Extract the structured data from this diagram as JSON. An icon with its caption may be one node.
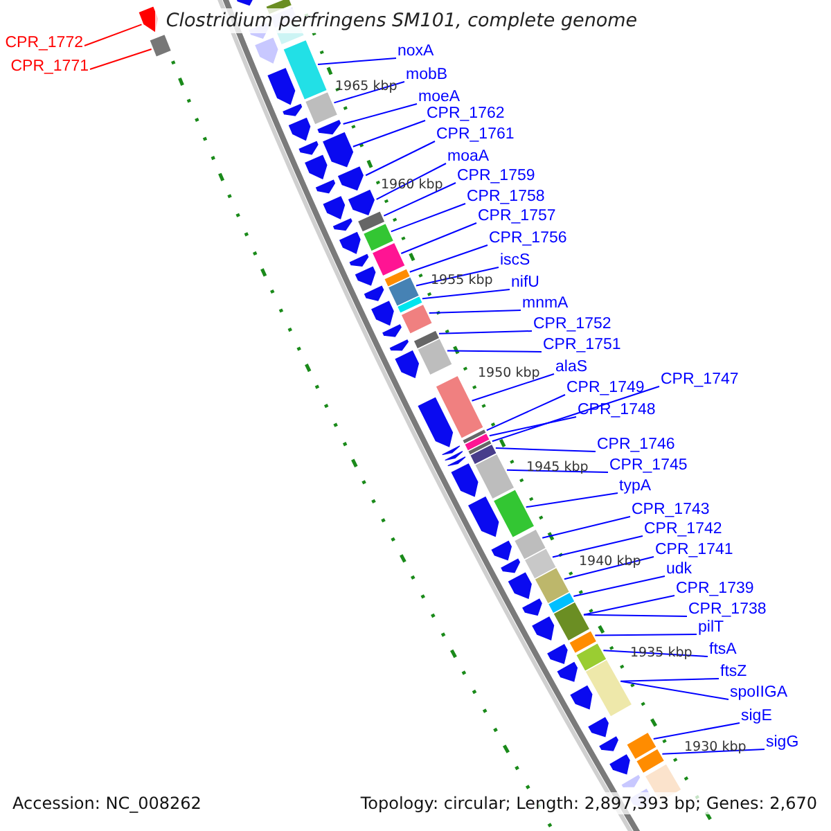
{
  "diagram": {
    "title": "Clostridium perfringens SM101, complete genome",
    "nodes": [
      {
        "text": [
          "CPR_1772"
        ]
      },
      {
        "text": [
          "CPR_1771"
        ]
      },
      {
        "text": [
          "noxA"
        ]
      },
      {
        "text": [
          "mobB"
        ]
      },
      {
        "text": [
          "moeA"
        ]
      },
      {
        "text": [
          "CPR_1762"
        ]
      },
      {
        "text": [
          "CPR_1761"
        ]
      },
      {
        "text": [
          "moaA"
        ]
      },
      {
        "text": [
          "CPR_1759"
        ]
      },
      {
        "text": [
          "CPR_1758"
        ]
      },
      {
        "text": [
          "CPR_1757"
        ]
      },
      {
        "text": [
          "CPR_1756"
        ]
      },
      {
        "text": [
          "iscS"
        ]
      },
      {
        "text": [
          "nifU"
        ]
      },
      {
        "text": [
          "mnmA"
        ]
      },
      {
        "text": [
          "CPR_1752"
        ]
      },
      {
        "text": [
          "CPR_1751"
        ]
      },
      {
        "text": [
          "alaS"
        ]
      },
      {
        "text": [
          "CPR_1749"
        ]
      },
      {
        "text": [
          "CPR_1748"
        ]
      },
      {
        "text": [
          "CPR_1747"
        ]
      },
      {
        "text": [
          "CPR_1746"
        ]
      },
      {
        "text": [
          "CPR_1745"
        ]
      },
      {
        "text": [
          "typA"
        ]
      },
      {
        "text": [
          "CPR_1743"
        ]
      },
      {
        "text": [
          "CPR_1742"
        ]
      },
      {
        "text": [
          "CPR_1741"
        ]
      },
      {
        "text": [
          "udk"
        ]
      },
      {
        "text": [
          "CPR_1739"
        ]
      },
      {
        "text": [
          "CPR_1738"
        ]
      },
      {
        "text": [
          "pilT"
        ]
      },
      {
        "text": [
          "ftsA"
        ]
      },
      {
        "text": [
          "ftsZ"
        ]
      },
      {
        "text": [
          "spoIIGA"
        ]
      },
      {
        "text": [
          "sigE"
        ]
      },
      {
        "text": [
          "sigG"
        ]
      },
      {
        "text": [],
        "shape": "box"
      },
      {
        "text": [],
        "shape": "box"
      },
      {
        "text": [],
        "shape": "box"
      },
      {
        "text": [],
        "shape": "box"
      },
      {
        "text": [],
        "shape": "box"
      },
      {
        "text": [],
        "shape": "arrow"
      },
      {
        "text": [],
        "shape": "arrow"
      },
      {
        "text": [],
        "shape": "arrow"
      },
      {
        "text": [],
        "shape": "arrow"
      },
      {
        "text": [],
        "shape": "box"
      },
      {
        "text": [],
        "shape": "box"
      },
      {
        "text": [],
        "shape": "box"
      },
      {
        "text": [],
        "shape": "box"
      },
      {
        "text": [],
        "shape": "box"
      },
      {
        "text": [],
        "shape": "box"
      },
      {
        "text": [],
        "shape": "box"
      },
      {
        "text": [],
        "shape": "box"
      },
      {
        "text": [],
        "shape": "box"
      },
      {
        "text": [],
        "shape": "box"
      },
      {
        "text": [],
        "shape": "box"
      },
      {
        "text": [],
        "shape": "box"
      },
      {
        "text": [],
        "shape": "box"
      },
      {
        "text": [],
        "shape": "box"
      },
      {
        "text": [],
        "shape": "box"
      },
      {
        "text": [],
        "shape": "box"
      },
      {
        "text": [],
        "shape": "box"
      },
      {
        "text": [],
        "shape": "box"
      },
      {
        "text": [],
        "shape": "box"
      },
      {
        "text": [],
        "shape": "box"
      },
      {
        "text": [],
        "shape": "box"
      },
      {
        "text": [],
        "shape": "box"
      },
      {
        "text": [],
        "shape": "box"
      },
      {
        "text": [],
        "shape": "box"
      },
      {
        "text": [],
        "shape": "box"
      },
      {
        "text": [],
        "shape": "box"
      },
      {
        "text": [],
        "shape": "box"
      },
      {
        "text": [],
        "shape": "arrow"
      },
      {
        "text": [],
        "shape": "arrow"
      },
      {
        "text": [],
        "shape": "arrow"
      },
      {
        "text": [],
        "shape": "arrow"
      },
      {
        "text": [],
        "shape": "arrow"
      },
      {
        "text": [],
        "shape": "arrow"
      },
      {
        "text": [],
        "shape": "arrow"
      },
      {
        "text": [],
        "shape": "arrow"
      },
      {
        "text": [],
        "shape": "arrow"
      },
      {
        "text": [],
        "shape": "arrow"
      },
      {
        "text": [],
        "shape": "arrow"
      },
      {
        "text": [],
        "shape": "arrow"
      },
      {
        "text": [],
        "shape": "arrow"
      },
      {
        "text": [],
        "shape": "arrow"
      },
      {
        "text": [],
        "shape": "arrow"
      },
      {
        "text": [],
        "shape": "arrow"
      },
      {
        "text": [],
        "shape": "arrow"
      },
      {
        "text": [],
        "shape": "arrow"
      },
      {
        "text": [],
        "shape": "arrow"
      },
      {
        "text": [],
        "shape": "arrow"
      },
      {
        "text": [],
        "shape": "arrow"
      },
      {
        "text": [],
        "shape": "arrow"
      },
      {
        "text": [],
        "shape": "arrow"
      },
      {
        "text": [],
        "shape": "arrow"
      },
      {
        "text": [],
        "shape": "arrow"
      },
      {
        "text": [],
        "shape": "arrow"
      },
      {
        "text": [],
        "shape": "arrow"
      },
      {
        "text": [],
        "shape": "arrow"
      },
      {
        "text": [],
        "shape": "arrow"
      },
      {
        "text": [],
        "shape": "arrow"
      },
      {
        "text": [],
        "shape": "arrow"
      },
      {
        "text": [],
        "shape": "arrow"
      },
      {
        "text": [],
        "shape": "arrow"
      },
      {
        "text": [],
        "shape": "arrow"
      },
      {
        "text": [],
        "shape": "arrow"
      },
      {
        "text": [],
        "shape": "arrow"
      },
      {
        "text": [],
        "shape": "arrow"
      },
      {
        "text": [],
        "shape": "arrow"
      },
      {
        "text": [],
        "shape": "box"
      },
      {
        "text": [],
        "shape": "arrow"
      }
    ],
    "edges": [
      {
        "from": 0,
        "to": 111,
        "arrow": "none",
        "color": "#ff0000"
      },
      {
        "from": 1,
        "to": 110,
        "arrow": "none",
        "color": "#ff0000"
      },
      {
        "from": 2,
        "to": 39,
        "arrow": "none"
      },
      {
        "from": 3,
        "to": 40,
        "arrow": "none"
      },
      {
        "from": 4,
        "to": 41,
        "arrow": "none"
      },
      {
        "from": 5,
        "to": 42,
        "arrow": "none"
      },
      {
        "from": 6,
        "to": 43,
        "arrow": "none"
      },
      {
        "from": 7,
        "to": 44,
        "arrow": "none"
      },
      {
        "from": 8,
        "to": 45,
        "arrow": "none"
      },
      {
        "from": 9,
        "to": 46,
        "arrow": "none"
      },
      {
        "from": 10,
        "to": 47,
        "arrow": "none"
      },
      {
        "from": 11,
        "to": 48,
        "arrow": "none"
      },
      {
        "from": 12,
        "to": 49,
        "arrow": "none"
      },
      {
        "from": 13,
        "to": 50,
        "arrow": "none"
      },
      {
        "from": 14,
        "to": 51,
        "arrow": "none"
      },
      {
        "from": 15,
        "to": 52,
        "arrow": "none"
      },
      {
        "from": 16,
        "to": 53,
        "arrow": "none"
      },
      {
        "from": 17,
        "to": 54,
        "arrow": "none"
      },
      {
        "from": 18,
        "to": 55,
        "arrow": "none"
      },
      {
        "from": 19,
        "to": 56,
        "arrow": "none"
      },
      {
        "from": 20,
        "to": 57,
        "arrow": "none"
      },
      {
        "from": 21,
        "to": 58,
        "arrow": "none"
      },
      {
        "from": 22,
        "to": 59,
        "arrow": "none"
      },
      {
        "from": 23,
        "to": 60,
        "arrow": "none"
      },
      {
        "from": 24,
        "to": 61,
        "arrow": "none"
      },
      {
        "from": 25,
        "to": 62,
        "arrow": "none"
      },
      {
        "from": 26,
        "to": 63,
        "arrow": "none"
      },
      {
        "from": 27,
        "to": 64,
        "arrow": "none"
      },
      {
        "from": 28,
        "to": 65,
        "arrow": "none"
      },
      {
        "from": 29,
        "to": 65,
        "arrow": "none"
      },
      {
        "from": 30,
        "to": 66,
        "arrow": "none"
      },
      {
        "from": 31,
        "to": 67,
        "arrow": "none"
      },
      {
        "from": 32,
        "to": 68,
        "arrow": "none"
      },
      {
        "from": 33,
        "to": 68,
        "arrow": "none"
      },
      {
        "from": 34,
        "to": 69,
        "arrow": "none"
      },
      {
        "from": 35,
        "to": 70,
        "arrow": "none"
      }
    ],
    "labels": [
      "1965 kbp",
      "1960 kbp",
      "1955 kbp",
      "1950 kbp",
      "1945 kbp",
      "1940 kbp",
      "1935 kbp",
      "1930 kbp",
      "Accession: NC_008262",
      "Topology: circular; Length: 2,897,393 bp; Genes: 2,670"
    ]
  }
}
